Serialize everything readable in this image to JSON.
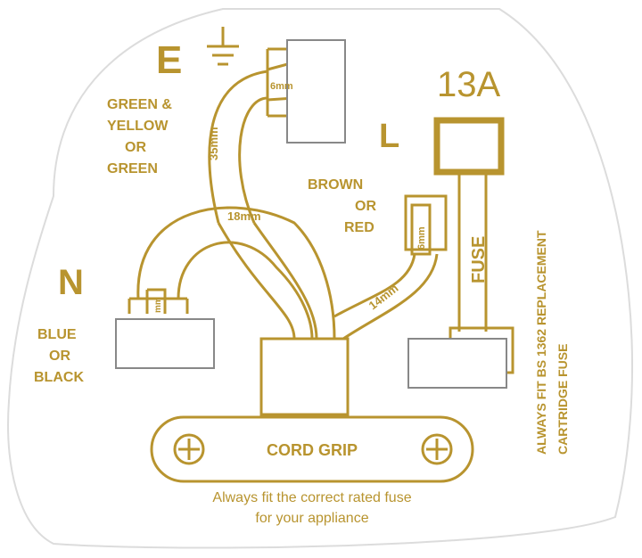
{
  "colors": {
    "print": "#b8942f",
    "card": "#ffffff",
    "edge": "#d8d8d8"
  },
  "earth": {
    "letter": "E",
    "symbol": "earth-symbol-icon",
    "colour_lines": [
      "GREEN &",
      "YELLOW",
      "OR",
      "GREEN"
    ],
    "strip_length": "6mm",
    "wire_length": "35mm"
  },
  "live": {
    "letter": "L",
    "colour_lines": [
      "BROWN",
      "OR",
      "RED"
    ],
    "strip_length": "6mm",
    "wire_length": "14mm"
  },
  "neutral": {
    "letter": "N",
    "colour_lines": [
      "BLUE",
      "OR",
      "BLACK"
    ],
    "strip_length": "mm",
    "wire_length": "18mm"
  },
  "rating": "13A",
  "fuse_label": "FUSE",
  "fuse_notice_lines": [
    "ALWAYS FIT BS 1362 REPLACEMENT",
    "CARTRIDGE FUSE"
  ],
  "cord_grip_label": "CORD GRIP",
  "footer_lines": [
    "Always fit the correct rated fuse",
    "for your appliance"
  ]
}
